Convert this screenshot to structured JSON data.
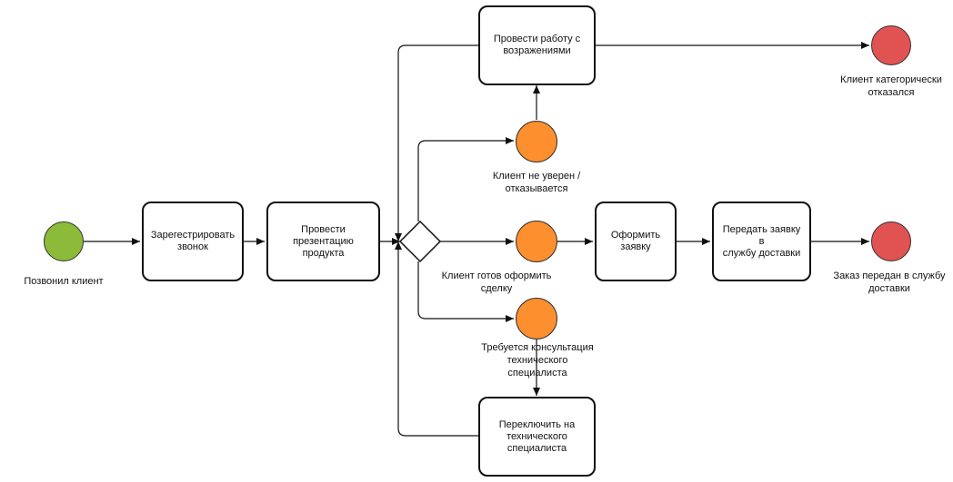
{
  "colors": {
    "start": "#8cbb3a",
    "intermediate": "#fd8f2e",
    "end": "#e15252",
    "stroke": "#111111"
  },
  "events": {
    "start": "Позвонил клиент",
    "client_refused": "Клиент категорически\nотказался",
    "order_delivered": "Заказ передан в службу\nдоставки",
    "client_unsure": "Клиент не уверен /\nотказывается",
    "client_ready": "Клиент готов оформить\nсделку",
    "needs_consultation": "Требуется консультация\nтехнического\nспециалиста"
  },
  "tasks": {
    "register_call": "Зарегестрировать\nзвонок",
    "present_product": "Провести презентацию\nпродукта",
    "handle_objections": "Провести работу с\nвозражениями",
    "make_order": "Оформить\nзаявку",
    "send_to_delivery": "Передать заявку в\nслужбу доставки",
    "switch_to_specialist": "Переключить на\nтехнического\nспециалиста"
  }
}
